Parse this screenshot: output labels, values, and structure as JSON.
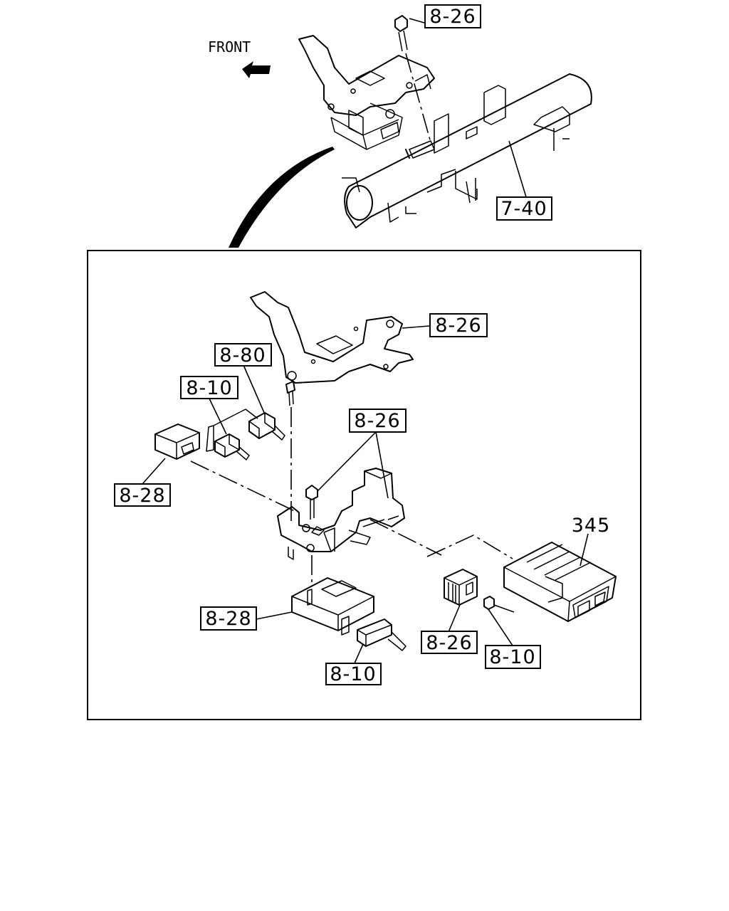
{
  "direction_label": "FRONT",
  "callouts": {
    "top_bolt": "8-26",
    "cross_member": "7-40",
    "detail_bracket": "8-26",
    "connector_upper": "8-80",
    "connector_mid": "8-10",
    "module_left": "8-28",
    "bolt_center": "8-26",
    "module_lower": "8-28",
    "connector_lower": "8-10",
    "relay": "8-26",
    "relay_connector": "8-10",
    "control_unit": "345"
  },
  "colors": {
    "line": "#000000",
    "background": "#ffffff"
  }
}
